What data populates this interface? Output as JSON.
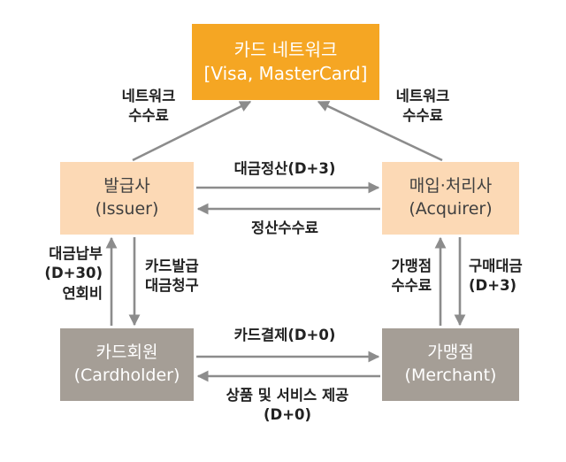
{
  "nodes": {
    "network": {
      "line1": "카드 네트워크",
      "line2": "[Visa, MasterCard]",
      "color": "#F5A623"
    },
    "issuer": {
      "line1": "발급사",
      "line2": "(Issuer)",
      "color": "#FCD9B5"
    },
    "acquirer": {
      "line1": "매입·처리사",
      "line2": "(Acquirer)",
      "color": "#FCD9B5"
    },
    "cardholder": {
      "line1": "카드회원",
      "line2": "(Cardholder)",
      "color": "#A59E96"
    },
    "merchant": {
      "line1": "가맹점",
      "line2": "(Merchant)",
      "color": "#A59E96"
    }
  },
  "edges": {
    "issuer_to_network": {
      "line1": "네트워크",
      "line2": "수수료"
    },
    "acquirer_to_network": {
      "line1": "네트워크",
      "line2": "수수료"
    },
    "issuer_to_acquirer": {
      "label": "대금정산(D+3)"
    },
    "acquirer_to_issuer": {
      "label": "정산수수료"
    },
    "cardholder_to_issuer": {
      "line1": "대금납부",
      "line2": "(D+30)",
      "line3": "연회비"
    },
    "issuer_to_cardholder": {
      "line1": "카드발급",
      "line2": "대금청구"
    },
    "merchant_to_acquirer": {
      "line1": "가맹점",
      "line2": "수수료"
    },
    "acquirer_to_merchant": {
      "line1": "구매대금",
      "line2": "(D+3)"
    },
    "cardholder_to_merchant": {
      "label": "카드결제(D+0)"
    },
    "merchant_to_cardholder": {
      "line1": "상품 및 서비스 제공",
      "line2": "(D+0)"
    }
  },
  "colors": {
    "arrow": "#8C8C8C",
    "label": "#222222"
  }
}
